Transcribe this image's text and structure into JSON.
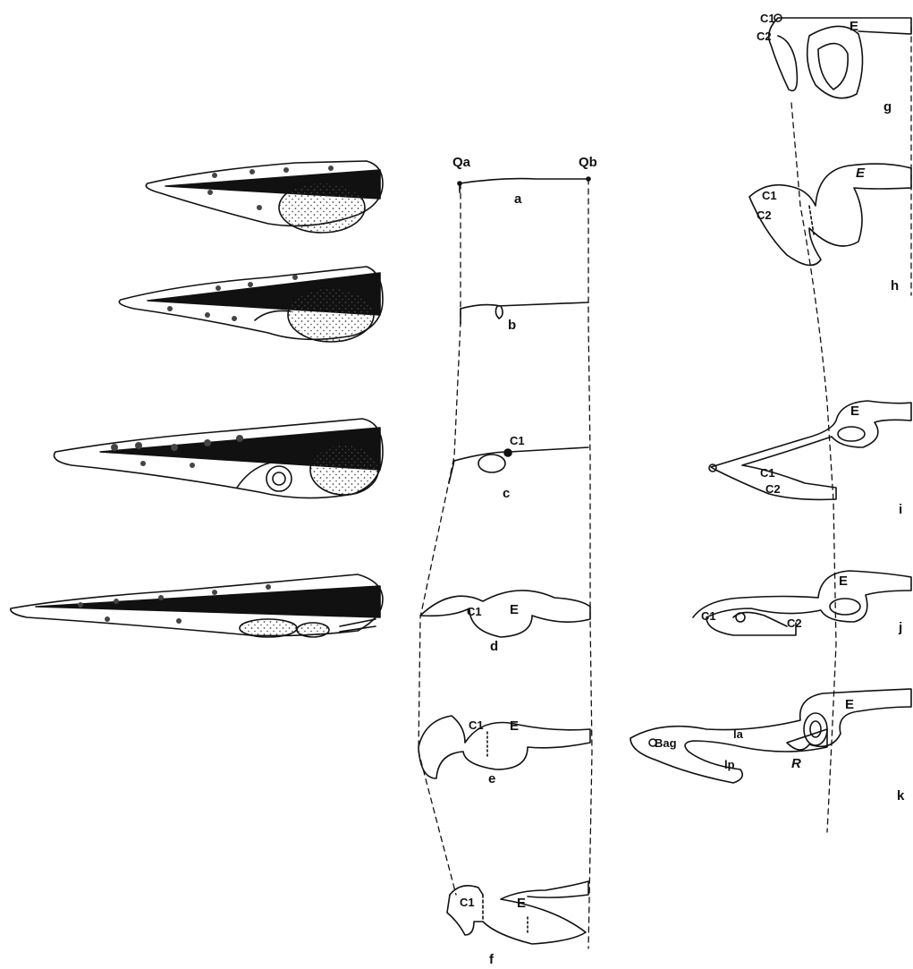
{
  "colors": {
    "ink": "#111111",
    "stipple": "#444444",
    "background": "#ffffff"
  },
  "embryos": {
    "count": 4
  },
  "landmarks": {
    "qa": "Qa",
    "qb": "Qb"
  },
  "panels": [
    "a",
    "b",
    "c",
    "d",
    "e",
    "f",
    "g",
    "h",
    "i",
    "j",
    "k"
  ],
  "labels": {
    "c1": "C1",
    "c2": "C2",
    "e": "E",
    "r": "R",
    "la": "la",
    "lp": "lp",
    "bag": "Bag"
  }
}
